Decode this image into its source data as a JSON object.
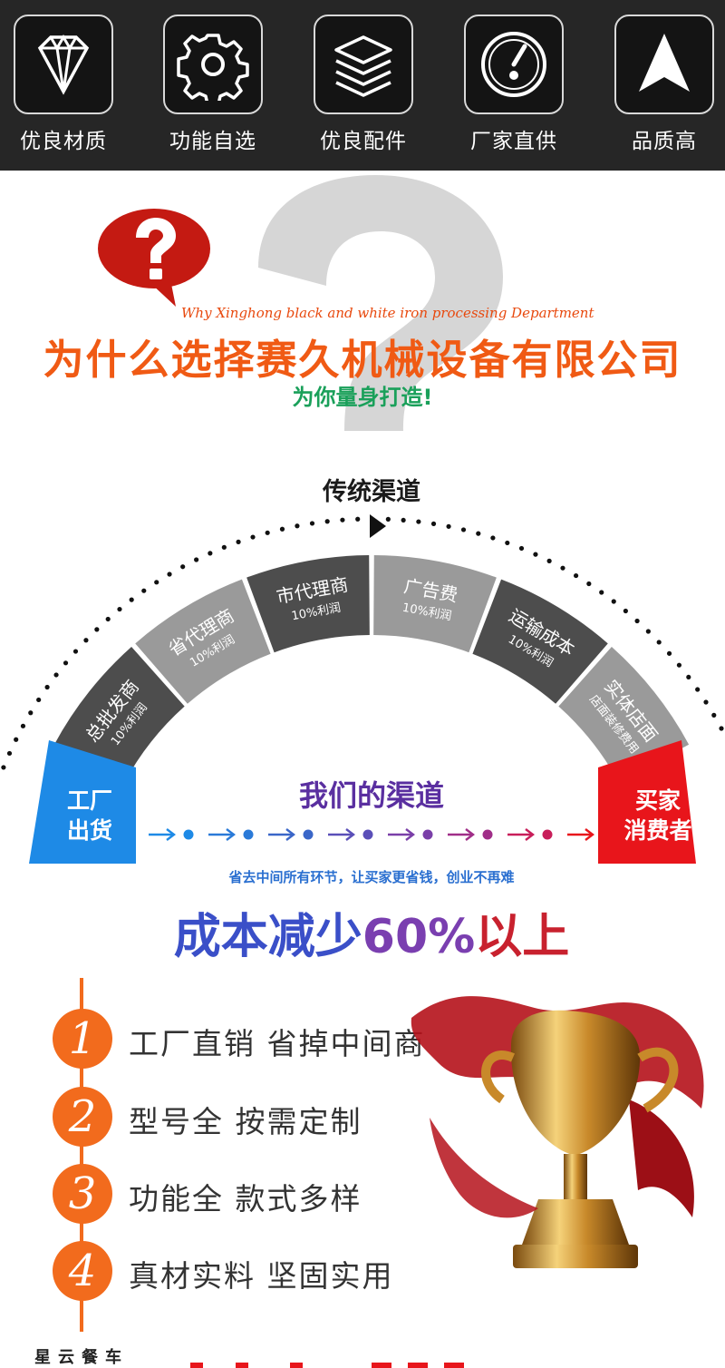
{
  "features": [
    {
      "label": "优良材质",
      "icon": "diamond-icon"
    },
    {
      "label": "功能自选",
      "icon": "gear-icon"
    },
    {
      "label": "优良配件",
      "icon": "layers-icon"
    },
    {
      "label": "厂家直供",
      "icon": "gauge-icon"
    },
    {
      "label": "品质高",
      "icon": "arrow-up-icon"
    }
  ],
  "heading": {
    "bubble_icon": "question-mark-icon",
    "script_line": "Why Xinghong black and white iron processing Department",
    "title": "为什么选择赛久机械设备有限公司",
    "subtitle": "为你量身打造!"
  },
  "channel": {
    "traditional_label": "传统渠道",
    "segments": [
      {
        "name": "总批发商",
        "profit": "10%利润"
      },
      {
        "name": "省代理商",
        "profit": "10%利润"
      },
      {
        "name": "市代理商",
        "profit": "10%利润"
      },
      {
        "name": "广告费",
        "profit": "10%利润"
      },
      {
        "name": "运输成本",
        "profit": "10%利润"
      },
      {
        "name": "实体店面",
        "profit": "店面装修费用"
      }
    ],
    "factory": {
      "line1": "工厂",
      "line2": "出货"
    },
    "buyer": {
      "line1": "买家",
      "line2": "消费者"
    },
    "our_label": "我们的渠道",
    "savings_note": "省去中间所有环节，让买家更省钱，创业不再难",
    "cost_prefix": "成本减少",
    "cost_value": "60%",
    "cost_suffix": "以上"
  },
  "advantages": [
    {
      "num": "1",
      "text": "工厂直销 省掉中间商"
    },
    {
      "num": "2",
      "text": "型号全 按需定制"
    },
    {
      "num": "3",
      "text": "功能全 款式多样"
    },
    {
      "num": "4",
      "text": "真材实料 坚固实用"
    }
  ],
  "footer": {
    "brand": "星云餐车"
  },
  "colors": {
    "orange": "#f26b1d",
    "factory_blue": "#1e8ae6",
    "buyer_red": "#e8151b",
    "dark_bar": "#262626"
  }
}
